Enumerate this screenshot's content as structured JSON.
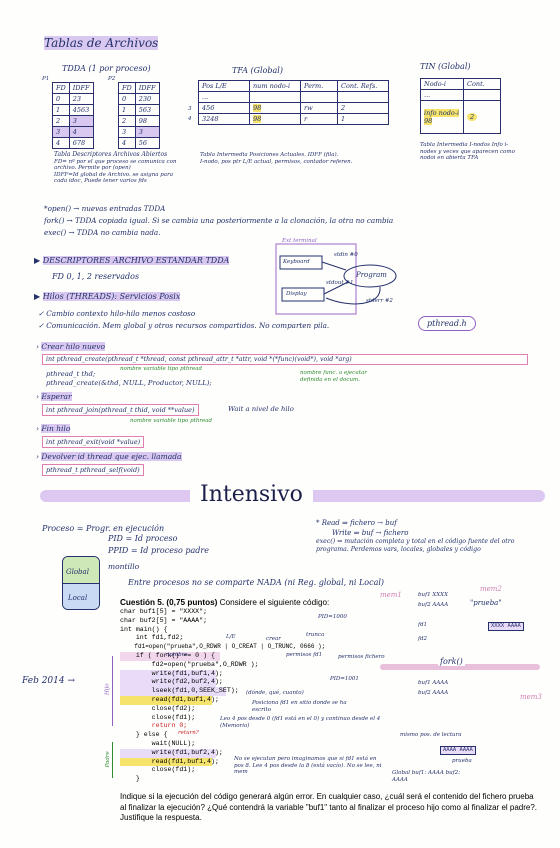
{
  "title": "Tablas de Archivos",
  "tdda": {
    "title": "TDDA (1 por proceso)",
    "p1": "P1",
    "p2": "P2",
    "headers": [
      "FD",
      "IDFF"
    ],
    "p1_rows": [
      [
        "0",
        "23"
      ],
      [
        "1",
        "4563"
      ],
      [
        "2",
        "3"
      ],
      [
        "3",
        "4"
      ],
      [
        "4",
        "678"
      ]
    ],
    "p2_rows": [
      [
        "0",
        "230"
      ],
      [
        "1",
        "563"
      ],
      [
        "2",
        "98"
      ],
      [
        "3",
        "3"
      ],
      [
        "4",
        "56"
      ]
    ],
    "notes": [
      "Tabla Descriptores Archivos Abiertos",
      "FD= nº por el que proceso se comunica con archivo. Permite por (open)",
      "IDFF=Id global de Archivo. se asigna para cada idoc, Puede tener varios fds"
    ]
  },
  "tfa": {
    "title": "TFA (Global)",
    "headers": [
      "Pos L/E",
      "num nodo-i",
      "Perm.",
      "Cont. Refs."
    ],
    "rows": [
      [
        "...",
        "",
        "",
        ""
      ],
      [
        "456",
        "98",
        "rw",
        "2"
      ],
      [
        "3248",
        "98",
        "r",
        "1"
      ]
    ],
    "side_nums": [
      "3",
      "4"
    ],
    "notes": [
      "Tabla Intermedia Posiciones Actuales. IDFF (fila).",
      "I-nodo, pos ptr L/E actual, permisos, contador referen."
    ]
  },
  "tin": {
    "title": "TIN (Global)",
    "headers": [
      "Nodo-i",
      "Cont."
    ],
    "rows": [
      [
        "...",
        ""
      ],
      [
        "info nodo-i 98",
        "2"
      ]
    ],
    "notes": [
      "Tabla Intermedia I-nodos Info i-nodes y veces que aparecen como nodoi en abierta TFA"
    ]
  },
  "open_notes": [
    "*open() → nuevas entradas TDDA",
    "fork() → TDDA copiada igual. Si se cambia una posteriormente a la clonación, la otra no cambia",
    "exec() → TDDA no cambia nada."
  ],
  "descriptores": {
    "title": "DESCRIPTORES ARCHIVO ESTANDAR TDDA",
    "line": "FD 0, 1, 2 reservados"
  },
  "terminal": {
    "title": "Ext terminal",
    "keyboard": "Keyboard",
    "display": "Display",
    "program": "Program",
    "stdin": "stdin #0",
    "stdout": "stdout #1",
    "stderr": "stderr #2"
  },
  "hilos": {
    "title": "Hilos (THREADS): Servicios Posix",
    "items": [
      "✓ Cambio contexto hilo-hilo menos costoso",
      "✓ Comunicación. Mem global y otros recursos compartidos. No comparten pila."
    ],
    "pthread": "pthread.h"
  },
  "crear": {
    "title": "Crear hilo nuevo",
    "sig": "int pthread_create(pthread_t *thread, const pthread_attr_t *attr, void *(*func)(void*), void *arg)",
    "l1": "pthread_t thd;",
    "l2": "pthread_create(&thd, NULL, Productor, NULL);",
    "note1": "nombre variable tipo pthread",
    "note2": "nombre func. a ejecutar definida en el docum."
  },
  "esperar": {
    "title": "Esperar",
    "sig": "int pthread_join(pthread_t thid, void **value)",
    "note": "Wait a nivel de hilo",
    "note2": "nombre variable tipo pthread"
  },
  "fin": {
    "title": "Fin hilo",
    "sig": "int pthread_exit(void *value)"
  },
  "devolver": {
    "title": "Devolver id thread que ejec. llamada",
    "sig": "pthread_t pthread_self(void)"
  },
  "intensivo": "Intensivo",
  "proceso": {
    "line1": "Proceso = Progr. en ejecución",
    "pid": "PID = Id proceso",
    "ppid": "PPID = Id proceso padre",
    "montillo": "montillo",
    "global": "Global",
    "local": "Local",
    "nota": "Entre procesos no se comparte NADA (ni Reg. global, ni Local)"
  },
  "read_notes": [
    "* Read ⇒ fichero → buf",
    "Write ⇒ buf → fichero",
    "exec() ⇒ mutación completa y total en el código fuente del otro programa. Perdemos vars, locales, globales y código"
  ],
  "cuestion": {
    "title": "Cuestión 5. (0,75 puntos)",
    "intro": " Considere el siguiente código:",
    "code": [
      "char buf1[5] = \"XXXX\";",
      "char buf2[5] = \"AAAA\";",
      "int main() {",
      "    int fd1,fd2;",
      "    fd1=open(\"prueba\",O_RDWR | O_CREAT | O_TRUNC, 0666 );",
      "    if ( fork() == 0 ) {",
      "        fd2=open(\"prueba\",O_RDWR );",
      "        write(fd1,buf1,4);",
      "        write(fd2,buf2,4);",
      "        lseek(fd1,0,SEEK_SET);",
      "        read(fd1,buf1,4);",
      "        close(fd2);",
      "        close(fd1);",
      "        return 0;",
      "    } else {",
      "        wait(NULL);",
      "        write(fd1,buf2,4);",
      "        read(fd1,buf1,4);",
      "        close(fd1);",
      "    }"
    ],
    "question": "Indique si la ejecución del código generará algún error. En cualquier caso, ¿cuál será el contenido del fichero prueba al finalizar la ejecución? ¿Qué contendrá la variable \"buf1\" tanto al finalizar el proceso hijo como al finalizar el padre?. Justifique la respuesta."
  },
  "annotations": {
    "feb": "Feb 2014 →",
    "nombre": "nombre",
    "le": "L/E",
    "crear": "crear",
    "trunca": "trunca",
    "permisos_fd1": "permisos fd1",
    "permisos_fichero": "permisos fichero",
    "pid_mil": "PID=1000",
    "pid_01": "PID=1001",
    "hijo": "Hijo",
    "padre": "Padre",
    "dondeque": "(dónde, qué, cuanto)",
    "posicion": "Posiciona fd1 en sitio donde se ha escrito",
    "leo": "Leo 4 pos desde 0 (fd1 está en el 0) y continuo desde el 4 (Memoria)",
    "nose": "No se ejecutan pero imaginamos que si fd1 está en pos 8. Lee 4 pos desde la 8 (está vacío). No se lee, ni mem",
    "return": "return?",
    "fork": "fork()",
    "mem1": "mem1",
    "mem2": "mem2",
    "mem3": "mem3",
    "global_buf1": "buf1 XXXX",
    "global_buf2": "buf2 AAAA",
    "prueba": "\"prueba\"",
    "local_fd1": "fd1",
    "local_fd2": "fd2",
    "file_cells": "XXXX AAAA",
    "glob2_buf1": "buf1 AAAA",
    "glob2_buf2": "buf2 AAAA",
    "file2": "AAAA AAAA",
    "prueba2": "prueba",
    "global3": "Global buf1: AAAA buf2: AAAA",
    "mismo": "mismo pos. de lectura"
  }
}
